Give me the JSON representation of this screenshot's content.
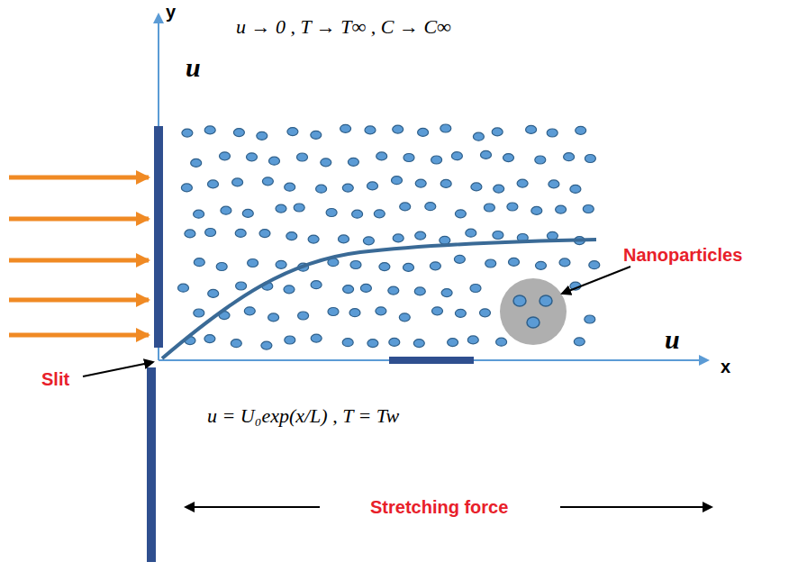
{
  "diagram": {
    "labels": [
      "y",
      "u → 0 , T → T∞ , C → C∞",
      "u",
      "Nanoparticles",
      "u",
      "x",
      "Slit",
      "u = U₀exp(x/L) , T = Tw",
      "Stretching force"
    ]
  }
}
